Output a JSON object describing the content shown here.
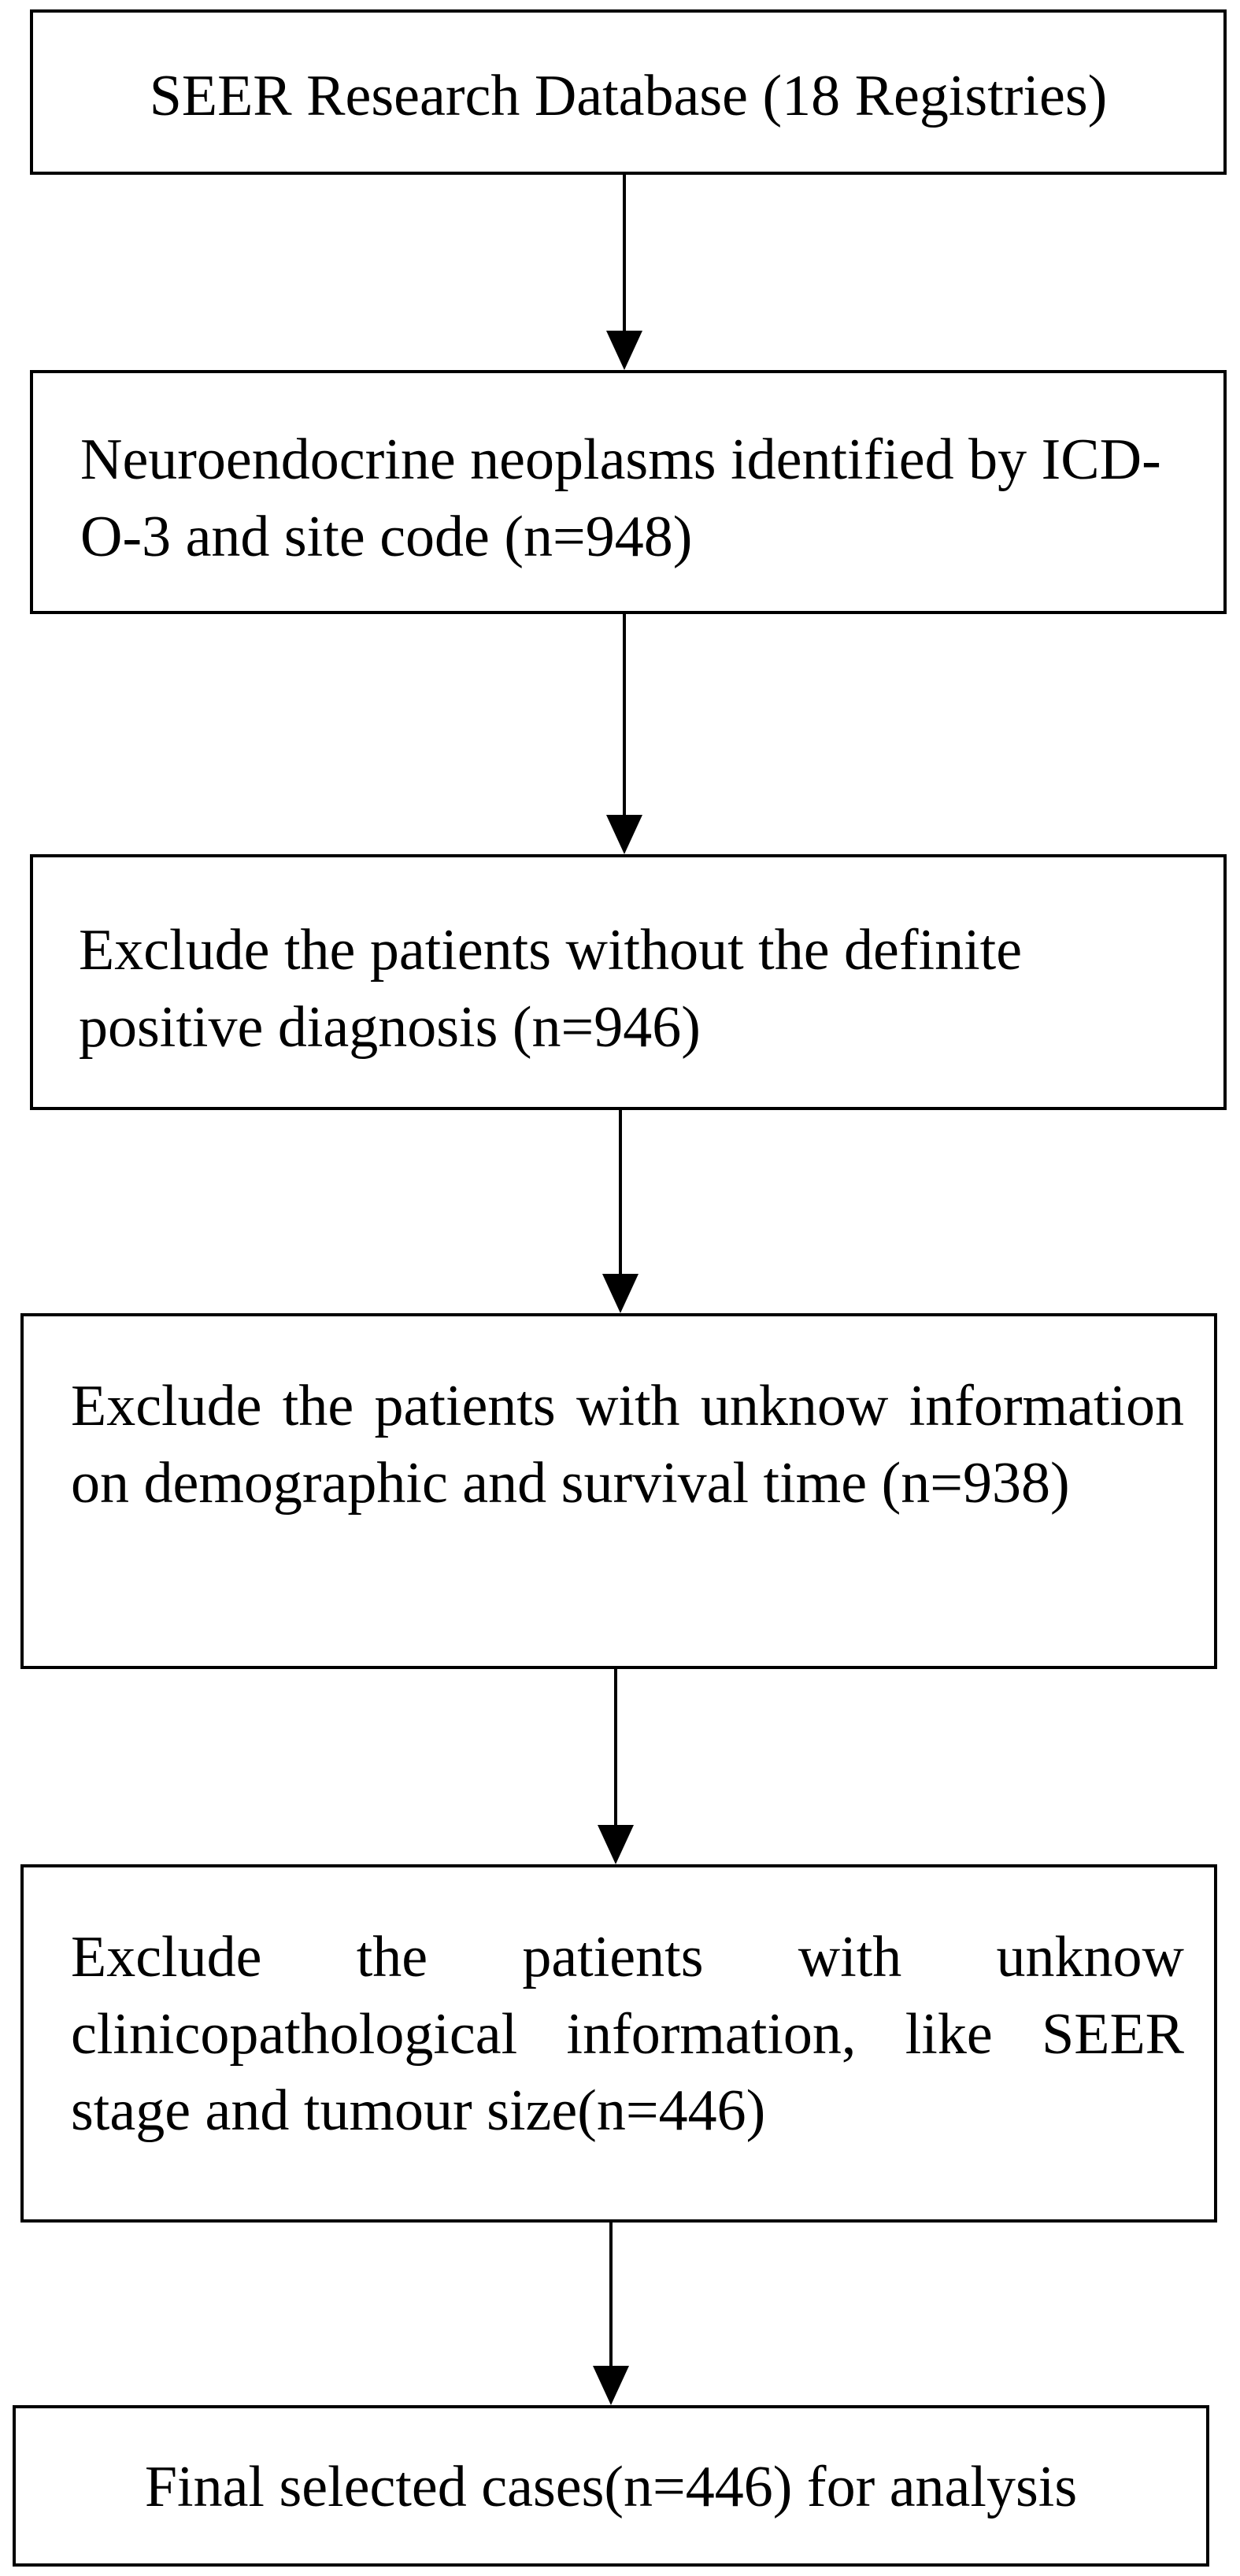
{
  "flowchart": {
    "steps": [
      {
        "id": "step-1",
        "text": "SEER Research Database (18 Registries)"
      },
      {
        "id": "step-2",
        "text": "Neuroendocrine neoplasms identified by ICD-O-3 and site code (n=948)"
      },
      {
        "id": "step-3",
        "text": "Exclude the patients without the definite positive diagnosis (n=946)"
      },
      {
        "id": "step-4",
        "text": "Exclude the patients with unknow information on demographic and survival time (n=938)"
      },
      {
        "id": "step-5",
        "text": "Exclude the patients with unknow clinicopathological information, like SEER stage and tumour size(n=446)"
      },
      {
        "id": "step-6",
        "text": "Final selected cases(n=446) for analysis"
      }
    ],
    "colors": {
      "border": "#000000",
      "arrow": "#000000",
      "background": "#ffffff"
    }
  }
}
